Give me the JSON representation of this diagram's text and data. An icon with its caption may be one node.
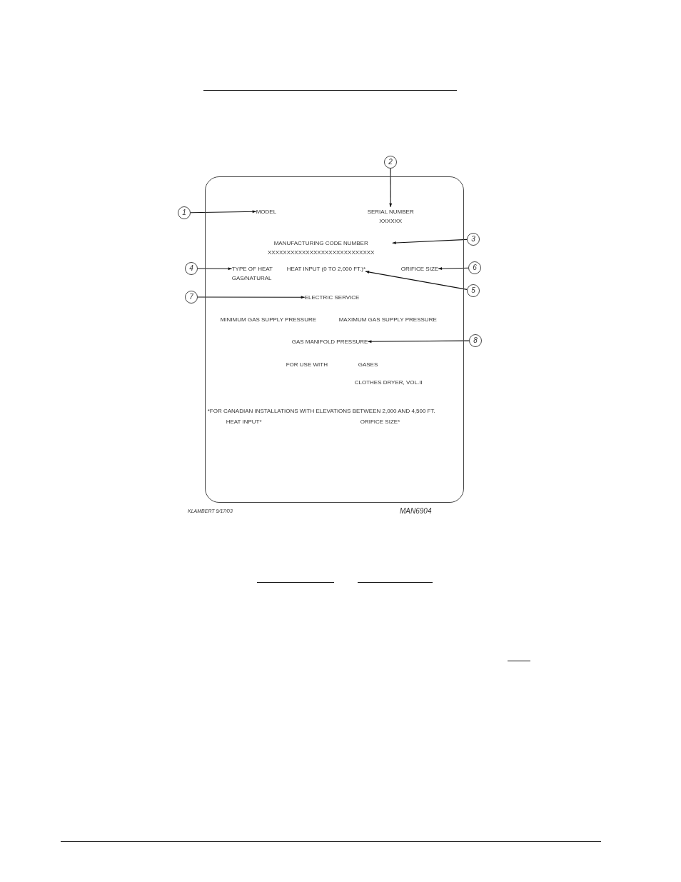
{
  "diagram": {
    "nodes": [
      {
        "text": [],
        "shape": "box"
      },
      {
        "text": [
          "1"
        ]
      },
      {
        "text": [
          "MODEL"
        ],
        "in": 0
      },
      {
        "text": [
          "2"
        ]
      },
      {
        "text": [
          "SERIAL NUMBER",
          "XXXXXX"
        ],
        "in": 0
      },
      {
        "text": [
          "3"
        ]
      },
      {
        "text": [
          "MANUFACTURING CODE NUMBER",
          "XXXXXXXXXXXXXXXXXXXXXXXXXXXX"
        ],
        "in": 0
      },
      {
        "text": [
          "4"
        ]
      },
      {
        "text": [
          "TYPE OF HEAT",
          "GAS/NATURAL"
        ],
        "in": 0
      },
      {
        "text": [
          "5"
        ]
      },
      {
        "text": [
          "HEAT INPUT (0 TO 2,000 FT.)*"
        ],
        "in": 0
      },
      {
        "text": [
          "6"
        ]
      },
      {
        "text": [
          "ORIFICE SIZE"
        ],
        "in": 0
      },
      {
        "text": [
          "7"
        ]
      },
      {
        "text": [
          "ELECTRIC SERVICE"
        ],
        "in": 0
      },
      {
        "text": [
          "8"
        ]
      },
      {
        "text": [
          "GAS MANIFOLD PRESSURE"
        ],
        "in": 0
      }
    ],
    "edges": [
      {
        "from": 1,
        "to": 2,
        "arrow": "to"
      },
      {
        "from": 3,
        "to": 4,
        "arrow": "to"
      },
      {
        "from": 5,
        "to": 6,
        "arrow": "to"
      },
      {
        "from": 7,
        "to": 8,
        "arrow": "to"
      },
      {
        "from": 9,
        "to": 10,
        "arrow": "to"
      },
      {
        "from": 11,
        "to": 12,
        "arrow": "to"
      },
      {
        "from": 13,
        "to": 14,
        "arrow": "to"
      },
      {
        "from": 15,
        "to": 16,
        "arrow": "to"
      }
    ],
    "labels": [
      "MINIMUM GAS SUPPLY PRESSURE",
      "MAXIMUM GAS SUPPLY PRESSURE",
      "FOR USE WITH",
      "GASES",
      "CLOTHES DRYER, VOL.II",
      "*FOR CANADIAN INSTALLATIONS WITH ELEVATIONS BETWEEN 2,000 AND 4,500 FT.",
      "HEAT INPUT*",
      "ORIFICE SIZE*",
      "KLAMBERT 9/17/03",
      "MAN6904"
    ]
  }
}
